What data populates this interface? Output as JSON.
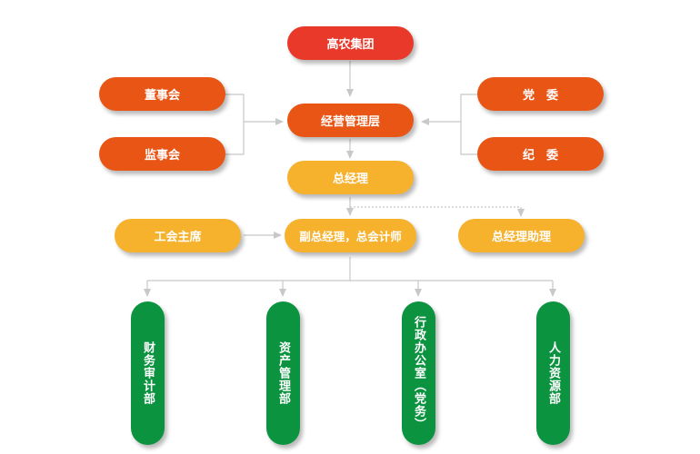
{
  "colors": {
    "top": "#e8392b",
    "governance": "#e85515",
    "management": "#f6b12d",
    "department": "#0b9340",
    "connector": "#c8c8c8"
  },
  "nodes": {
    "group": "高农集团",
    "board_of_directors": "董事会",
    "supervisory_board": "监事会",
    "management_layer": "经营管理层",
    "party_committee": "党　委",
    "discipline_committee": "纪　委",
    "general_manager": "总经理",
    "union_chairman": "工会主席",
    "deputy_gm_cfo": "副总经理，总会计师",
    "gm_assistant": "总经理助理"
  },
  "departments": [
    {
      "label": "财务审计部"
    },
    {
      "label": "资产管理部"
    },
    {
      "label": "行政办公室（党务）"
    },
    {
      "label": "人力资源部"
    }
  ]
}
